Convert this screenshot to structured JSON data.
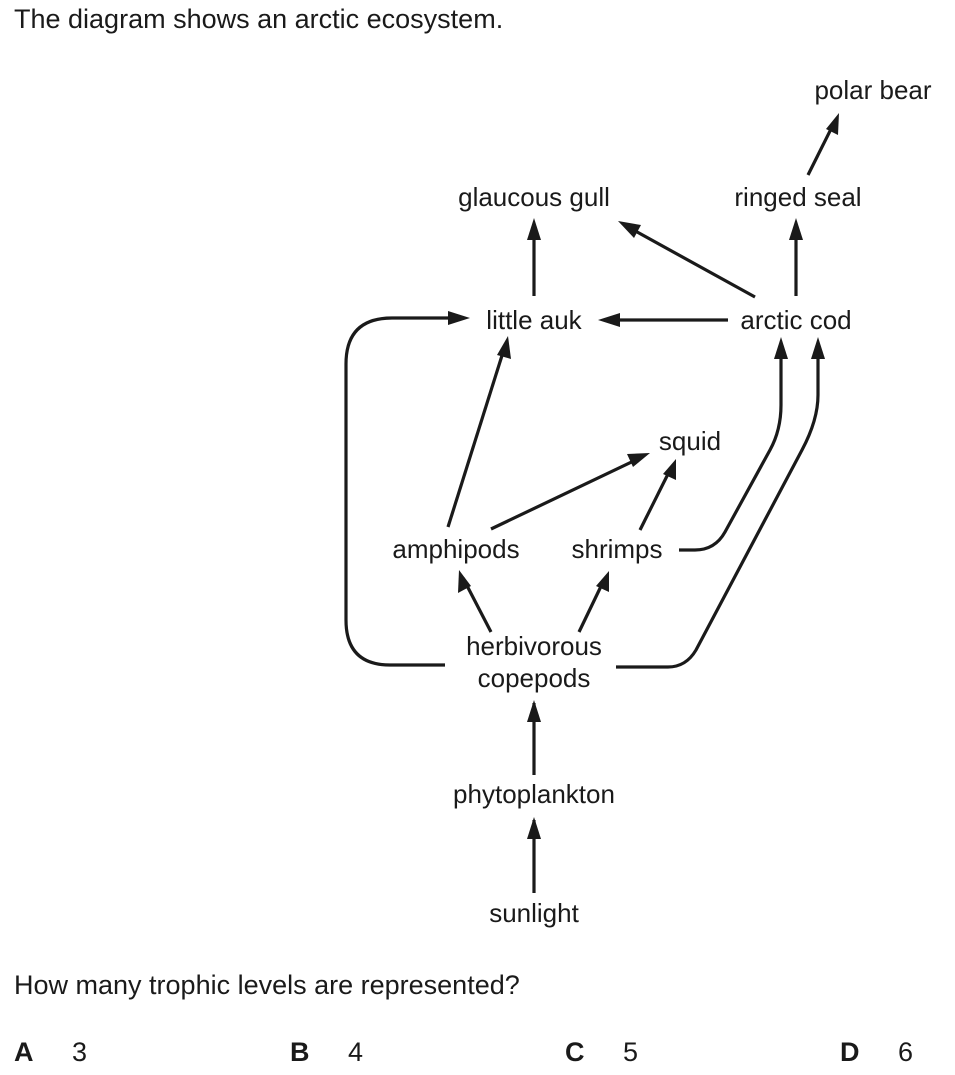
{
  "intro": "The diagram shows an arctic ecosystem.",
  "diagram": {
    "nodes": {
      "polar_bear": "polar bear",
      "glaucous_gull": "glaucous gull",
      "ringed_seal": "ringed seal",
      "little_auk": "little auk",
      "arctic_cod": "arctic cod",
      "squid": "squid",
      "amphipods": "amphipods",
      "shrimps": "shrimps",
      "herbivorous_copepods_line1": "herbivorous",
      "herbivorous_copepods_line2": "copepods",
      "phytoplankton": "phytoplankton",
      "sunlight": "sunlight"
    },
    "edges": [
      {
        "from": "sunlight",
        "to": "phytoplankton"
      },
      {
        "from": "phytoplankton",
        "to": "herbivorous copepods"
      },
      {
        "from": "herbivorous copepods",
        "to": "amphipods"
      },
      {
        "from": "herbivorous copepods",
        "to": "shrimps"
      },
      {
        "from": "herbivorous copepods",
        "to": "little auk"
      },
      {
        "from": "herbivorous copepods",
        "to": "arctic cod"
      },
      {
        "from": "amphipods",
        "to": "little auk"
      },
      {
        "from": "amphipods",
        "to": "squid"
      },
      {
        "from": "shrimps",
        "to": "squid"
      },
      {
        "from": "shrimps",
        "to": "arctic cod"
      },
      {
        "from": "arctic cod",
        "to": "little auk"
      },
      {
        "from": "arctic cod",
        "to": "glaucous gull"
      },
      {
        "from": "arctic cod",
        "to": "ringed seal"
      },
      {
        "from": "little auk",
        "to": "glaucous gull"
      },
      {
        "from": "ringed seal",
        "to": "polar bear"
      }
    ]
  },
  "question": "How many trophic levels are represented?",
  "options": [
    {
      "letter": "A",
      "value": "3"
    },
    {
      "letter": "B",
      "value": "4"
    },
    {
      "letter": "C",
      "value": "5"
    },
    {
      "letter": "D",
      "value": "6"
    }
  ]
}
